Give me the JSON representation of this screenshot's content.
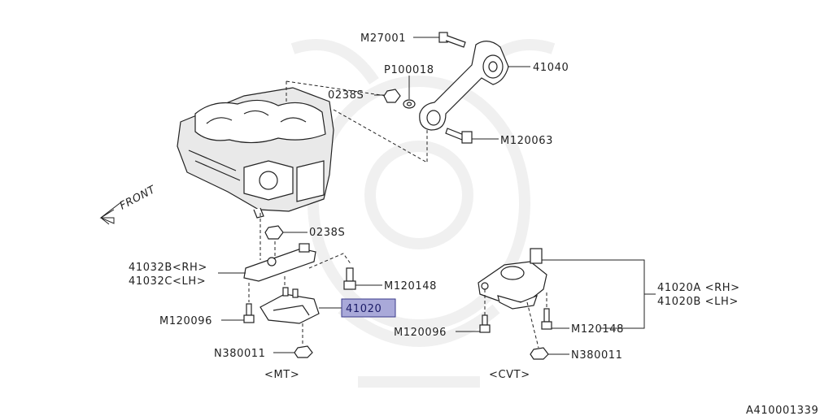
{
  "diagram": {
    "labels": {
      "m27001": "M27001",
      "p100018": "P100018",
      "nut_0238s_top": "0238S",
      "arm_41040": "41040",
      "m120063": "M120063",
      "front": "FRONT",
      "nut_0238s_mid": "0238S",
      "bracket_rh": "41032B<RH>",
      "bracket_lh": "41032C<LH>",
      "m120148_mt": "M120148",
      "mount_41020": "41020",
      "m120096_mt": "M120096",
      "n380011_mt": "N380011",
      "mt": "<MT>",
      "cvt_mount_rh": "41020A <RH>",
      "cvt_mount_lh": "41020B <LH>",
      "m120148_cvt": "M120148",
      "m120096_cvt": "M120096",
      "n380011_cvt": "N380011",
      "cvt": "<CVT>",
      "diagram_id": "A410001339"
    },
    "colors": {
      "highlight_fill": "#a9a9d9",
      "highlight_border": "#3a3a8a",
      "line": "#222222",
      "watermark": "#efefef"
    },
    "icons": [
      "front-arrow-icon",
      "watermark-emblem-icon"
    ]
  }
}
